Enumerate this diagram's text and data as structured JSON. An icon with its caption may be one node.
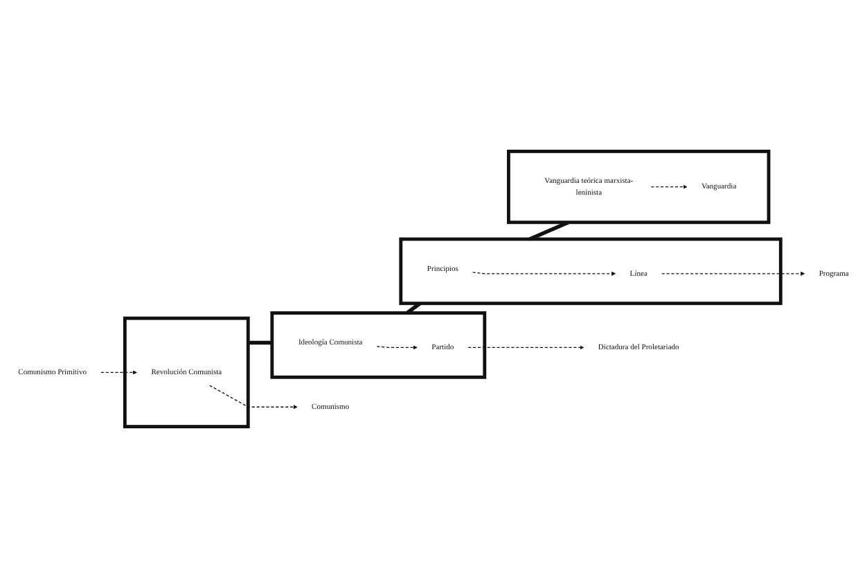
{
  "diagram": {
    "nodes": [
      {
        "text": [],
        "shape": "box"
      },
      {
        "text": [
          "Comunismo Primitivo"
        ]
      },
      {
        "text": [
          "Revolución Comunista"
        ],
        "in": 0
      },
      {
        "text": [
          "Comunismo"
        ]
      },
      {
        "text": [],
        "shape": "box"
      },
      {
        "text": [
          "Ideología Comunista"
        ],
        "in": 4
      },
      {
        "text": [
          "Partido"
        ],
        "in": 4
      },
      {
        "text": [
          "Dictadura del Proletariado"
        ]
      },
      {
        "text": [],
        "shape": "box"
      },
      {
        "text": [
          "Principios"
        ],
        "in": 8
      },
      {
        "text": [
          "Línea"
        ],
        "in": 8
      },
      {
        "text": [
          "Programa"
        ]
      },
      {
        "text": [],
        "shape": "box"
      },
      {
        "text": [
          "Vanguardia teórica marxista-leninista"
        ],
        "in": 12
      },
      {
        "text": [
          "Vanguardia"
        ],
        "in": 12
      }
    ],
    "edges": [
      {
        "from": 1,
        "to": 2,
        "arrow": "to",
        "style": "dashed"
      },
      {
        "from": 2,
        "to": 3,
        "arrow": "to",
        "style": "dashed"
      },
      {
        "from": 0,
        "to": 4,
        "arrow": "none",
        "style": "thick"
      },
      {
        "from": 5,
        "to": 6,
        "arrow": "to",
        "style": "dashed"
      },
      {
        "from": 6,
        "to": 7,
        "arrow": "to",
        "style": "dashed"
      },
      {
        "from": 4,
        "to": 8,
        "arrow": "none",
        "style": "thick"
      },
      {
        "from": 9,
        "to": 10,
        "arrow": "to",
        "style": "dashed"
      },
      {
        "from": 10,
        "to": 11,
        "arrow": "to",
        "style": "dashed"
      },
      {
        "from": 8,
        "to": 12,
        "arrow": "none",
        "style": "thick"
      },
      {
        "from": 13,
        "to": 14,
        "arrow": "to",
        "style": "dashed"
      }
    ]
  }
}
